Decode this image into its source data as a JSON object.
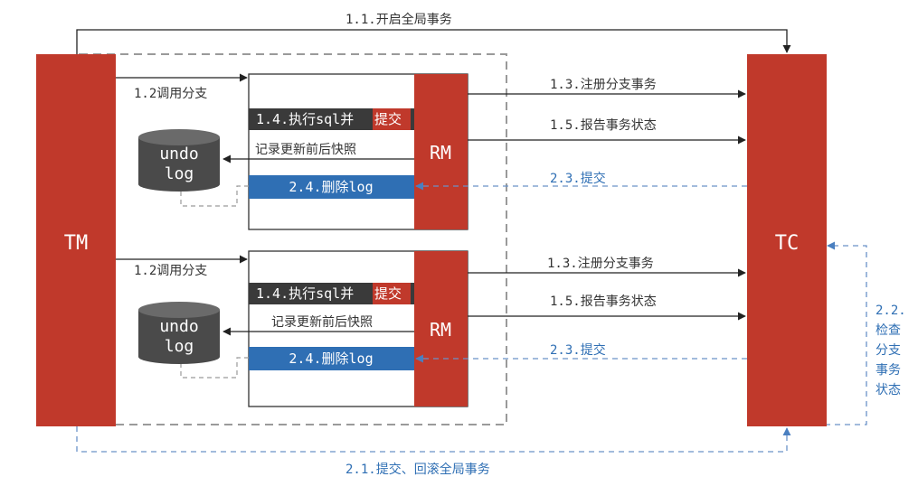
{
  "colors": {
    "red": "#c0392b",
    "dark_bar": "#3a3a3a",
    "blue_bar": "#2f6fb4",
    "db": "#4a4a4a",
    "line": "#222222",
    "dashed_blue": "#6a92c8",
    "dashed_gray": "#9a9a9a"
  },
  "tm": {
    "label": "TM"
  },
  "tc": {
    "label": "TC"
  },
  "top_arrow": {
    "label": "1.1.开启全局事务"
  },
  "bottom_arrow": {
    "label": "2.1.提交、回滚全局事务"
  },
  "check_status": {
    "lines": [
      "2.2.",
      "检查",
      "分支",
      "事务",
      "状态"
    ]
  },
  "branches": [
    {
      "call_label": "1.2调用分支",
      "exec_label": "1.4.执行sql并",
      "exec_commit": "提交",
      "undo_record": "记录更新前后快照",
      "delete_log": "2.4.删除log",
      "rm_label": "RM",
      "db_line1": "undo",
      "db_line2": "log",
      "register": "1.3.注册分支事务",
      "report": "1.5.报告事务状态",
      "commit": "2.3.提交"
    },
    {
      "call_label": "1.2调用分支",
      "exec_label": "1.4.执行sql并",
      "exec_commit": "提交",
      "undo_record": "记录更新前后快照",
      "delete_log": "2.4.删除log",
      "rm_label": "RM",
      "db_line1": "undo",
      "db_line2": "log",
      "register": "1.3.注册分支事务",
      "report": "1.5.报告事务状态",
      "commit": "2.3.提交"
    }
  ]
}
